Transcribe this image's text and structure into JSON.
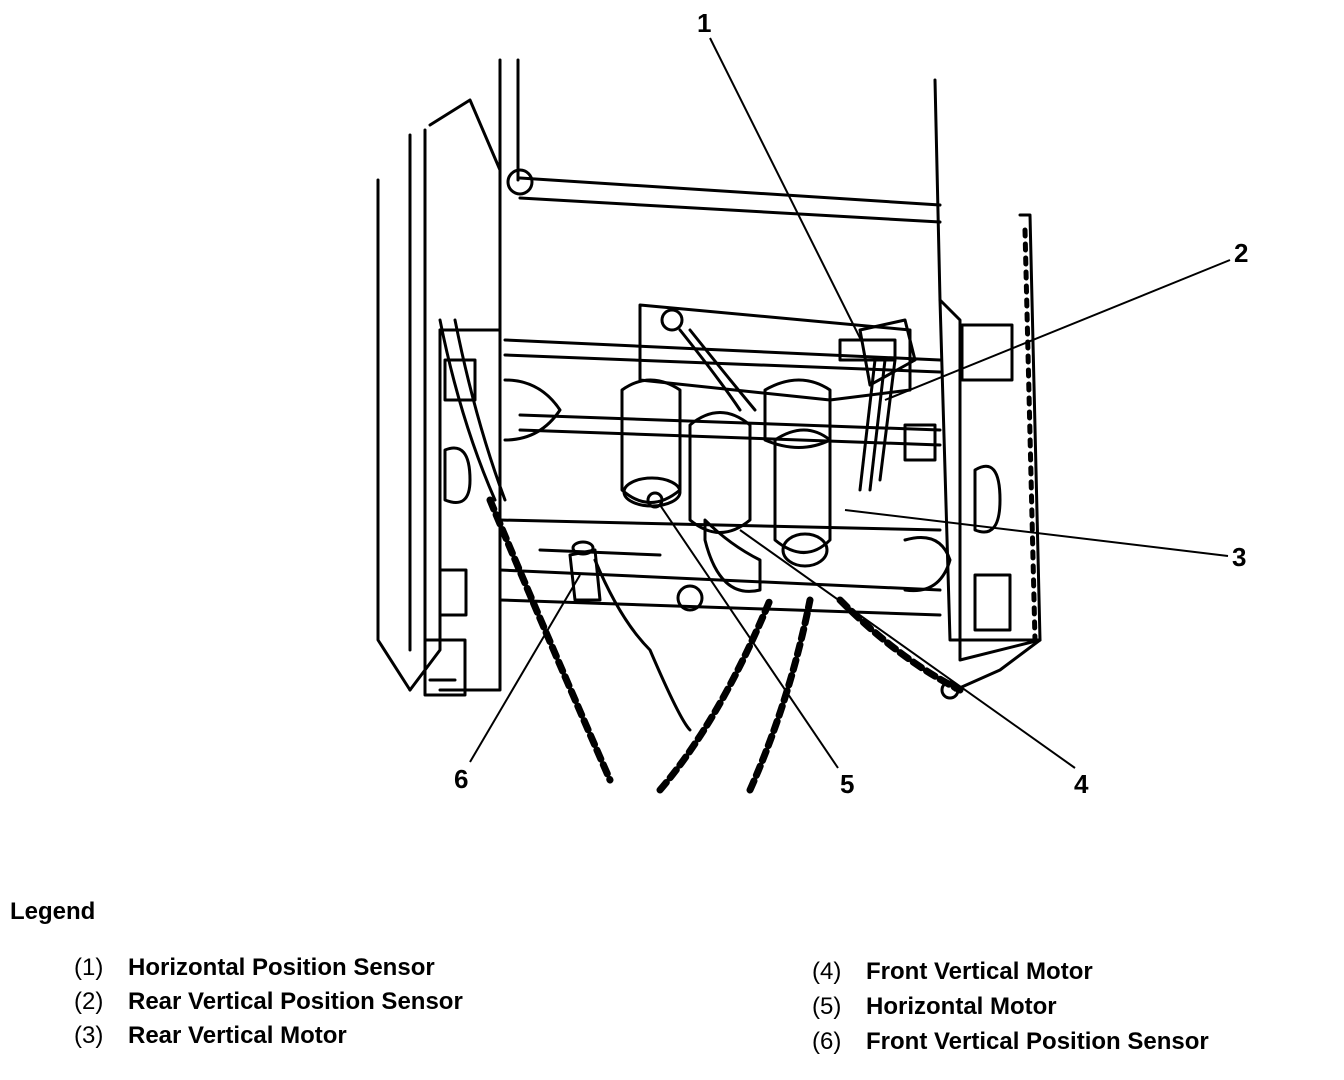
{
  "callouts": [
    "1",
    "2",
    "3",
    "4",
    "5",
    "6"
  ],
  "legend": {
    "title": "Legend",
    "items": [
      {
        "num": "(1)",
        "label": "Horizontal Position Sensor"
      },
      {
        "num": "(2)",
        "label": "Rear Vertical Position Sensor"
      },
      {
        "num": "(3)",
        "label": "Rear Vertical Motor"
      },
      {
        "num": "(4)",
        "label": "Front Vertical Motor"
      },
      {
        "num": "(5)",
        "label": "Horizontal Motor"
      },
      {
        "num": "(6)",
        "label": "Front Vertical Position Sensor"
      }
    ]
  }
}
